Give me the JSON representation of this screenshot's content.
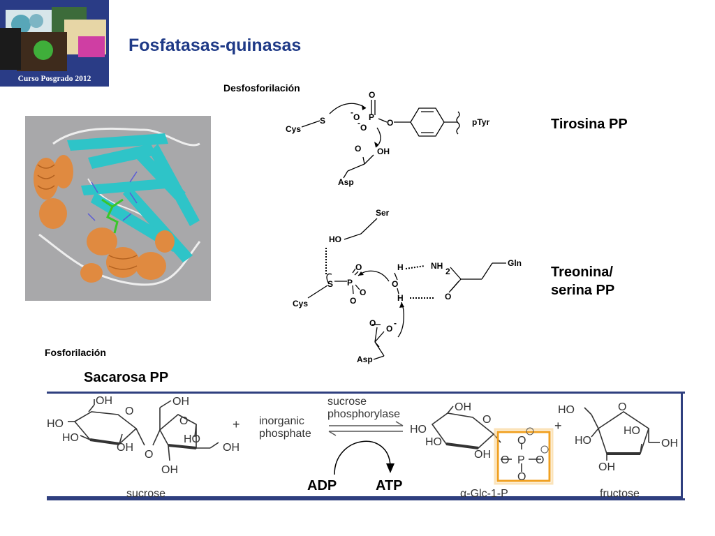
{
  "slide": {
    "title": "Fosfatasas-quinasas",
    "logo_caption": "Curso Posgrado 2012"
  },
  "labels": {
    "desfosforilacion": "Desfosforilación",
    "tirosina_pp": "Tirosina PP",
    "treonina_line1": "Treonina/",
    "treonina_line2": "serina PP",
    "fosforilacion": "Fosforilación",
    "sacarosa_pp": "Sacarosa PP"
  },
  "tyr_mechanism": {
    "cys": "Cys",
    "s": "S",
    "p": "P",
    "o": "O",
    "o_minus": "-",
    "oh": "OH",
    "asp": "Asp",
    "ptyr": "pTyr"
  },
  "ser_mechanism": {
    "ser": "Ser",
    "ho": "HO",
    "h": "H",
    "nh": "NH",
    "two": "2",
    "gln": "Gln",
    "cys": "Cys",
    "s": "S",
    "p": "P",
    "o": "O",
    "o_minus": "-",
    "asp": "Asp"
  },
  "reaction": {
    "sucrose": "sucrose",
    "plus": "+",
    "inorganic_line1": "inorganic",
    "inorganic_line2": "phosphate",
    "enzyme_line1": "sucrose",
    "enzyme_line2": "phosphorylase",
    "adp": "ADP",
    "atp": "ATP",
    "glc1p": "α-Glc-1-P",
    "fructose": "fructose",
    "oh": "OH",
    "ho": "HO",
    "o": "O",
    "p": "P"
  },
  "colors": {
    "title": "#1f3a87",
    "frame": "#2f3f7f",
    "highlight": "#f0a020",
    "helix": "#e08a40",
    "sheet": "#2ec4c8"
  }
}
